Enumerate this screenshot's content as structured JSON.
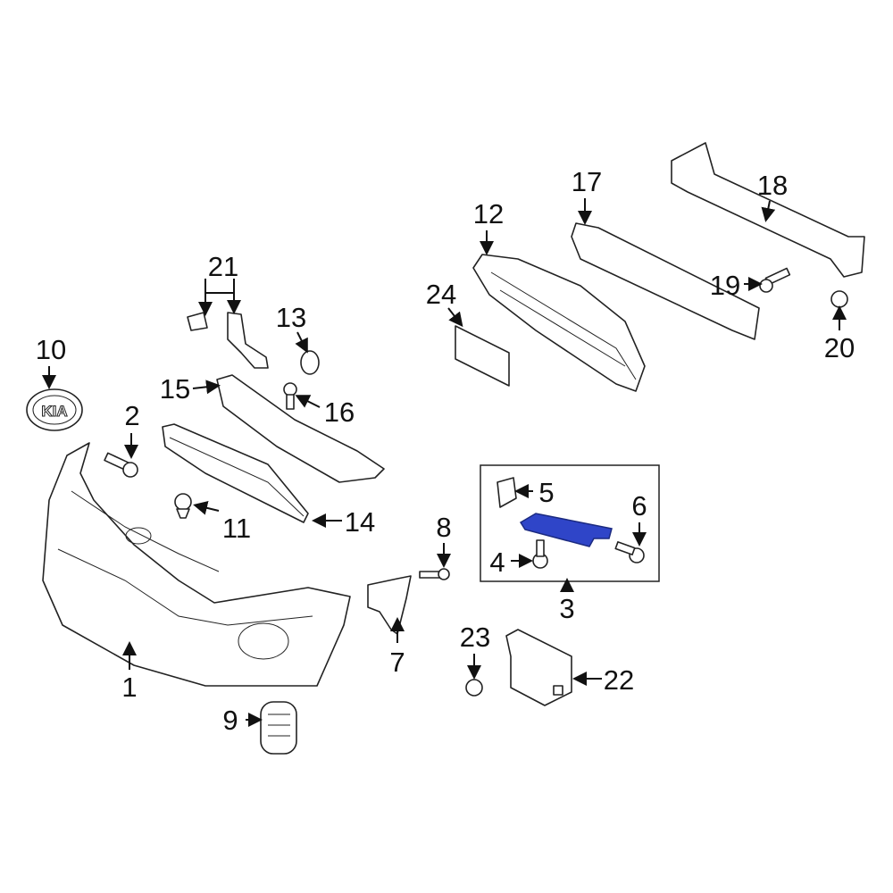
{
  "diagram": {
    "title": "Front bumper components",
    "highlight_color": "#2f45c8",
    "labels": [
      "1",
      "2",
      "3",
      "4",
      "5",
      "6",
      "7",
      "8",
      "9",
      "10",
      "11",
      "12",
      "13",
      "14",
      "15",
      "16",
      "17",
      "18",
      "19",
      "20",
      "21",
      "22",
      "23",
      "24"
    ],
    "logo_text": "KIA"
  }
}
